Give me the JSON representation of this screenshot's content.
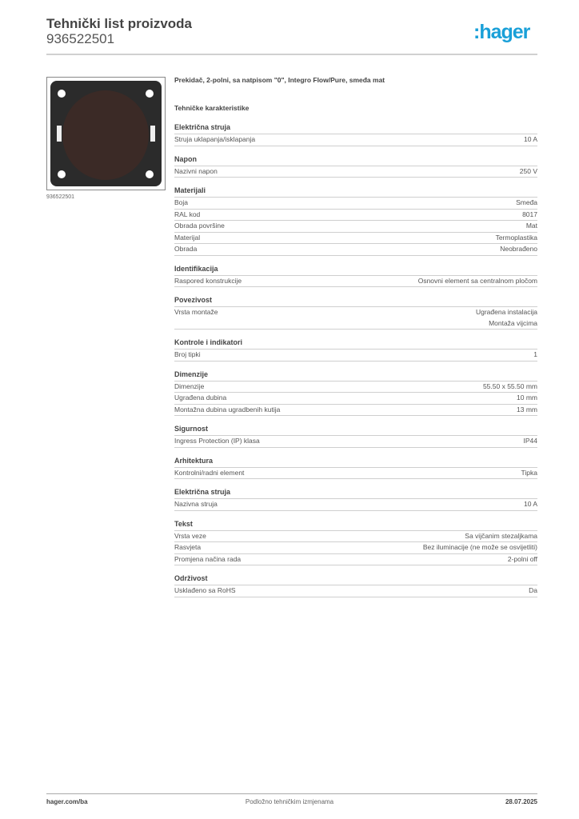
{
  "header": {
    "title": "Tehnički list proizvoda",
    "code": "936522501",
    "logo": ":hager",
    "brand_color": "#1aa0d8"
  },
  "image": {
    "caption": "936522501",
    "plate_color": "#2b2b2b",
    "button_color": "#3b2a26"
  },
  "product": {
    "name": "Prekidač, 2-polni, sa natpisom \"0\", Integro Flow/Pure, smeđa mat",
    "tech_heading": "Tehničke karakteristike"
  },
  "sections": [
    {
      "title": "Električna struja",
      "rows": [
        {
          "label": "Struja uklapanja/isklapanja",
          "value": "10 A"
        }
      ]
    },
    {
      "title": "Napon",
      "rows": [
        {
          "label": "Nazivni napon",
          "value": "250 V"
        }
      ]
    },
    {
      "title": "Materijali",
      "rows": [
        {
          "label": "Boja",
          "value": "Smeđa"
        },
        {
          "label": "RAL kod",
          "value": "8017"
        },
        {
          "label": "Obrada površine",
          "value": "Mat"
        },
        {
          "label": "Materijal",
          "value": "Termoplastika"
        },
        {
          "label": "Obrada",
          "value": "Neobrađeno"
        }
      ]
    },
    {
      "title": "Identifikacija",
      "rows": [
        {
          "label": "Raspored konstrukcije",
          "value": "Osnovni element sa centralnom pločom"
        }
      ]
    },
    {
      "title": "Povezivost",
      "rows": [
        {
          "label": "Vrsta montaže",
          "value": "Ugrađena instalacija\nMontaža vijcima"
        }
      ]
    },
    {
      "title": "Kontrole i indikatori",
      "rows": [
        {
          "label": "Broj tipki",
          "value": "1"
        }
      ]
    },
    {
      "title": "Dimenzije",
      "rows": [
        {
          "label": "Dimenzije",
          "value": "55.50 x 55.50 mm"
        },
        {
          "label": "Ugrađena dubina",
          "value": "10 mm"
        },
        {
          "label": "Montažna dubina ugradbenih kutija",
          "value": "13 mm"
        }
      ]
    },
    {
      "title": "Sigurnost",
      "rows": [
        {
          "label": "Ingress Protection (IP) klasa",
          "value": "IP44"
        }
      ]
    },
    {
      "title": "Arhitektura",
      "rows": [
        {
          "label": "Kontrolni/radni element",
          "value": "Tipka"
        }
      ]
    },
    {
      "title": "Električna struja",
      "rows": [
        {
          "label": "Nazivna struja",
          "value": "10 A"
        }
      ]
    },
    {
      "title": "Tekst",
      "rows": [
        {
          "label": "Vrsta veze",
          "value": "Sa vijčanim stezaljkama"
        },
        {
          "label": "Rasvjeta",
          "value": "Bez iluminacije (ne može se osvijetliti)"
        },
        {
          "label": "Promjena načina rada",
          "value": "2-polni off"
        }
      ]
    },
    {
      "title": "Održivost",
      "rows": [
        {
          "label": "Usklađeno sa RoHS",
          "value": "Da"
        }
      ]
    }
  ],
  "footer": {
    "website": "hager.com/ba",
    "note": "Podložno tehničkim izmjenama",
    "date": "28.07.2025"
  }
}
